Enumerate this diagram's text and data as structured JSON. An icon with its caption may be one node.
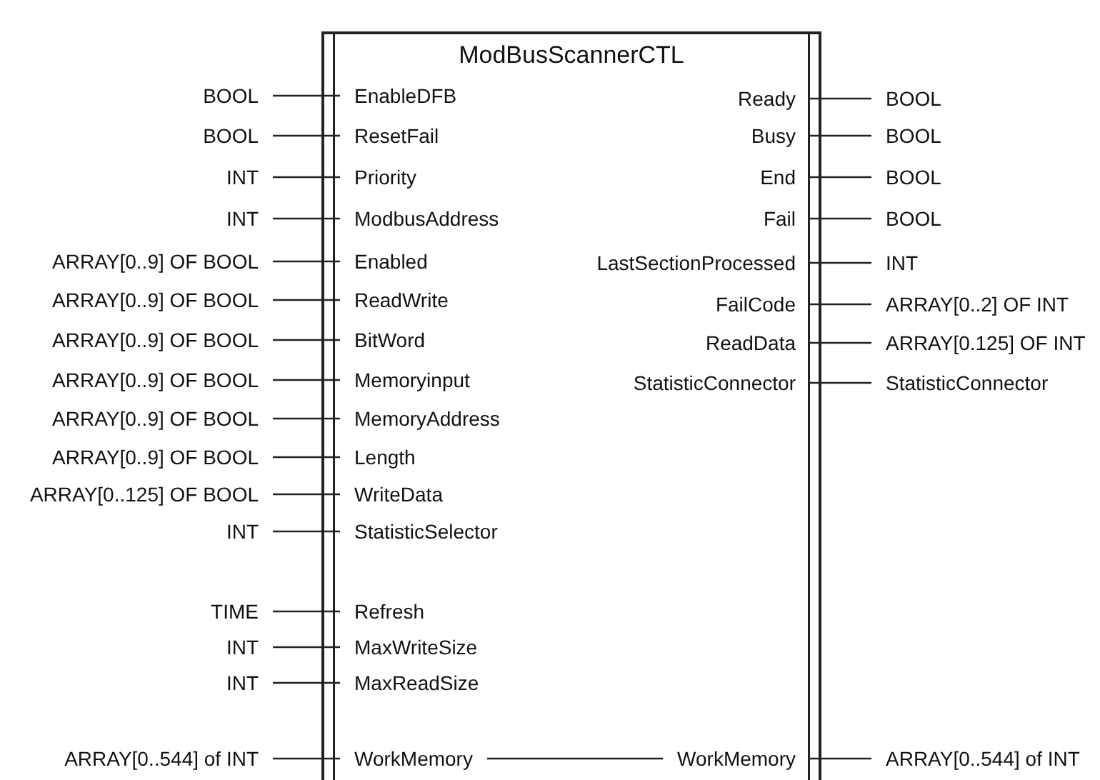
{
  "diagram": {
    "nodes": [
      {
        "text": [
          "ModBusScannerCTL"
        ]
      },
      {
        "text": [
          "EnableDFB"
        ],
        "in": 0
      },
      {
        "text": [
          "ResetFail"
        ],
        "in": 0
      },
      {
        "text": [
          "Priority"
        ],
        "in": 0
      },
      {
        "text": [
          "ModbusAddress"
        ],
        "in": 0
      },
      {
        "text": [
          "Enabled"
        ],
        "in": 0
      },
      {
        "text": [
          "ReadWrite"
        ],
        "in": 0
      },
      {
        "text": [
          "BitWord"
        ],
        "in": 0
      },
      {
        "text": [
          "Memoryinput"
        ],
        "in": 0
      },
      {
        "text": [
          "MemoryAddress"
        ],
        "in": 0
      },
      {
        "text": [
          "Length"
        ],
        "in": 0
      },
      {
        "text": [
          "WriteData"
        ],
        "in": 0
      },
      {
        "text": [
          "StatisticSelector"
        ],
        "in": 0
      },
      {
        "text": [
          "Refresh"
        ],
        "in": 0
      },
      {
        "text": [
          "MaxWriteSize"
        ],
        "in": 0
      },
      {
        "text": [
          "MaxReadSize"
        ],
        "in": 0
      },
      {
        "text": [
          "WorkMemory"
        ],
        "in": 0
      },
      {
        "text": [
          "Ready"
        ],
        "in": 0
      },
      {
        "text": [
          "Busy"
        ],
        "in": 0
      },
      {
        "text": [
          "End"
        ],
        "in": 0
      },
      {
        "text": [
          "Fail"
        ],
        "in": 0
      },
      {
        "text": [
          "LastSectionProcessed"
        ],
        "in": 0
      },
      {
        "text": [
          "FailCode"
        ],
        "in": 0
      },
      {
        "text": [
          "ReadData"
        ],
        "in": 0
      },
      {
        "text": [
          "StatisticConnector"
        ],
        "in": 0
      },
      {
        "text": [
          "WorkMemory"
        ],
        "in": 0
      },
      {
        "text": [
          "BOOL"
        ]
      },
      {
        "text": [
          "BOOL"
        ]
      },
      {
        "text": [
          "INT"
        ]
      },
      {
        "text": [
          "INT"
        ]
      },
      {
        "text": [
          "ARRAY[0..9] OF BOOL"
        ]
      },
      {
        "text": [
          "ARRAY[0..9] OF BOOL"
        ]
      },
      {
        "text": [
          "ARRAY[0..9] OF BOOL"
        ]
      },
      {
        "text": [
          "ARRAY[0..9] OF BOOL"
        ]
      },
      {
        "text": [
          "ARRAY[0..9] OF BOOL"
        ]
      },
      {
        "text": [
          "ARRAY[0..9] OF BOOL"
        ]
      },
      {
        "text": [
          "ARRAY[0..125] OF BOOL"
        ]
      },
      {
        "text": [
          "INT"
        ]
      },
      {
        "text": [
          "TIME"
        ]
      },
      {
        "text": [
          "INT"
        ]
      },
      {
        "text": [
          "INT"
        ]
      },
      {
        "text": [
          "ARRAY[0..544] of INT"
        ]
      },
      {
        "text": [
          "BOOL"
        ]
      },
      {
        "text": [
          "BOOL"
        ]
      },
      {
        "text": [
          "BOOL"
        ]
      },
      {
        "text": [
          "BOOL"
        ]
      },
      {
        "text": [
          "INT"
        ]
      },
      {
        "text": [
          "ARRAY[0..2] OF INT"
        ]
      },
      {
        "text": [
          "ARRAY[0.125] OF INT"
        ]
      },
      {
        "text": [
          "StatisticConnector"
        ]
      },
      {
        "text": [
          "ARRAY[0..544] of INT"
        ]
      }
    ],
    "edges": [
      {
        "from": 26,
        "to": 1,
        "arrow": "none"
      },
      {
        "from": 27,
        "to": 2,
        "arrow": "none"
      },
      {
        "from": 28,
        "to": 3,
        "arrow": "none"
      },
      {
        "from": 29,
        "to": 4,
        "arrow": "none"
      },
      {
        "from": 30,
        "to": 5,
        "arrow": "none"
      },
      {
        "from": 31,
        "to": 6,
        "arrow": "none"
      },
      {
        "from": 32,
        "to": 7,
        "arrow": "none"
      },
      {
        "from": 33,
        "to": 8,
        "arrow": "none"
      },
      {
        "from": 34,
        "to": 9,
        "arrow": "none"
      },
      {
        "from": 35,
        "to": 10,
        "arrow": "none"
      },
      {
        "from": 36,
        "to": 11,
        "arrow": "none"
      },
      {
        "from": 37,
        "to": 12,
        "arrow": "none"
      },
      {
        "from": 38,
        "to": 13,
        "arrow": "none"
      },
      {
        "from": 39,
        "to": 14,
        "arrow": "none"
      },
      {
        "from": 40,
        "to": 15,
        "arrow": "none"
      },
      {
        "from": 41,
        "to": 16,
        "arrow": "none"
      },
      {
        "from": 17,
        "to": 42,
        "arrow": "none"
      },
      {
        "from": 18,
        "to": 43,
        "arrow": "none"
      },
      {
        "from": 19,
        "to": 44,
        "arrow": "none"
      },
      {
        "from": 20,
        "to": 45,
        "arrow": "none"
      },
      {
        "from": 21,
        "to": 46,
        "arrow": "none"
      },
      {
        "from": 22,
        "to": 47,
        "arrow": "none"
      },
      {
        "from": 23,
        "to": 48,
        "arrow": "none"
      },
      {
        "from": 24,
        "to": 49,
        "arrow": "none"
      },
      {
        "from": 25,
        "to": 50,
        "arrow": "none"
      },
      {
        "from": 16,
        "to": 25,
        "arrow": "none"
      }
    ]
  }
}
